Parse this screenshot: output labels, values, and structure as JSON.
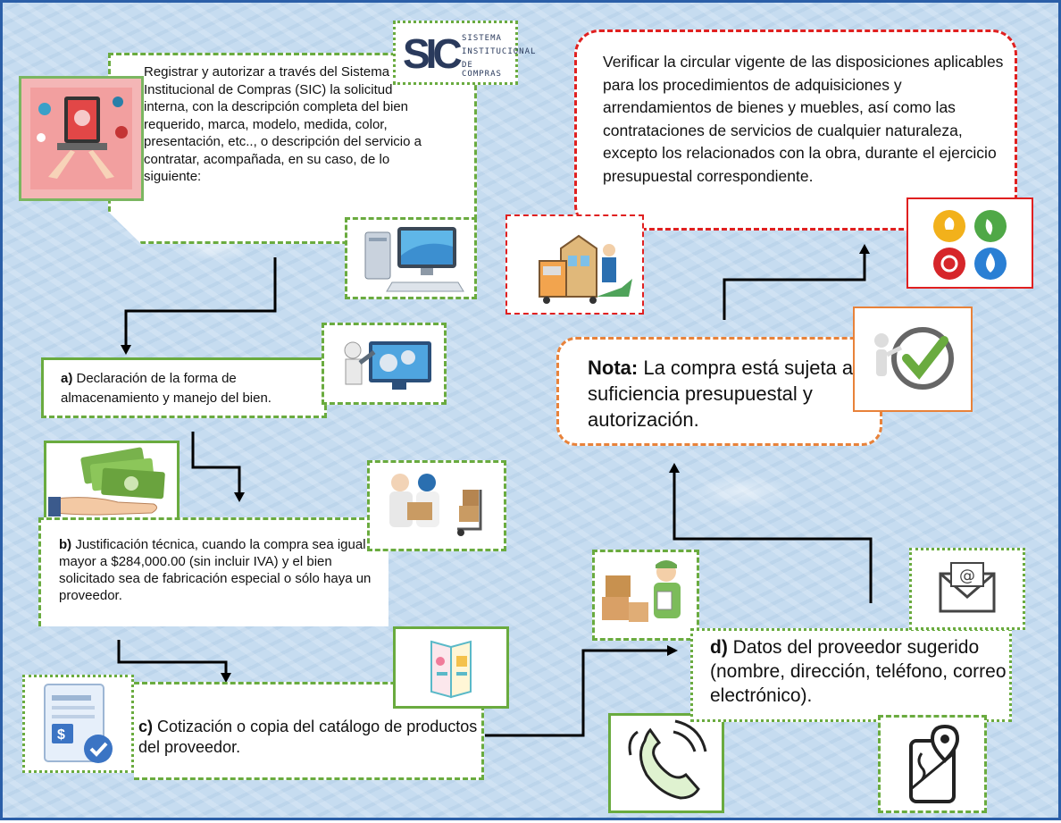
{
  "sic_logo": {
    "mark": "SIC",
    "line1": "SISTEMA",
    "line2": "INSTITUCIONAL",
    "line3": "DE COMPRAS"
  },
  "step_main": "Registrar y autorizar a través del Sistema Institucional de Compras (SIC) la solicitud interna, con la descripción completa del bien requerido, marca, modelo, medida, color, presentación, etc.., o descripción del servicio a contratar, acompañada, en su caso, de lo siguiente:",
  "step_a": {
    "letter": "a)",
    "text": " Declaración de la forma de almacenamiento y manejo del bien."
  },
  "step_b": {
    "letter": "b)",
    "text": " Justificación técnica, cuando la compra sea igual o mayor a $284,000.00 (sin incluir IVA) y el bien solicitado sea de fabricación especial o sólo haya un proveedor."
  },
  "step_c": {
    "letter": "c)",
    "text": " Cotización o copia del catálogo de productos del proveedor."
  },
  "step_d": {
    "letter": "d)",
    "text": " Datos del proveedor sugerido (nombre, dirección, teléfono, correo electrónico)."
  },
  "note": {
    "label": "Nota:",
    "text": " La compra está sujeta a suficiencia presupuestal y autorización."
  },
  "verify": "Verificar la circular vigente de las disposiciones aplicables para los procedimientos de adquisiciones y arrendamientos de bienes y muebles, así como las contrataciones de servicios de cualquier naturaleza, excepto los relacionados con la obra, durante el ejercicio presupuestal correspondiente.",
  "colors": {
    "green_border": "#6aab3f",
    "orange_border": "#e8823a",
    "red_border": "#e02020",
    "frame": "#2b5fa8"
  },
  "icons": [
    "laptop-icon",
    "computer-icon",
    "tools-icon",
    "money-hand-icon",
    "delivery-icon",
    "document-check-icon",
    "catalog-icon",
    "phone-icon",
    "map-icon",
    "courier-boxes-icon",
    "email-icon",
    "checkmark-icon",
    "moving-boxes-icon",
    "services-icon"
  ]
}
